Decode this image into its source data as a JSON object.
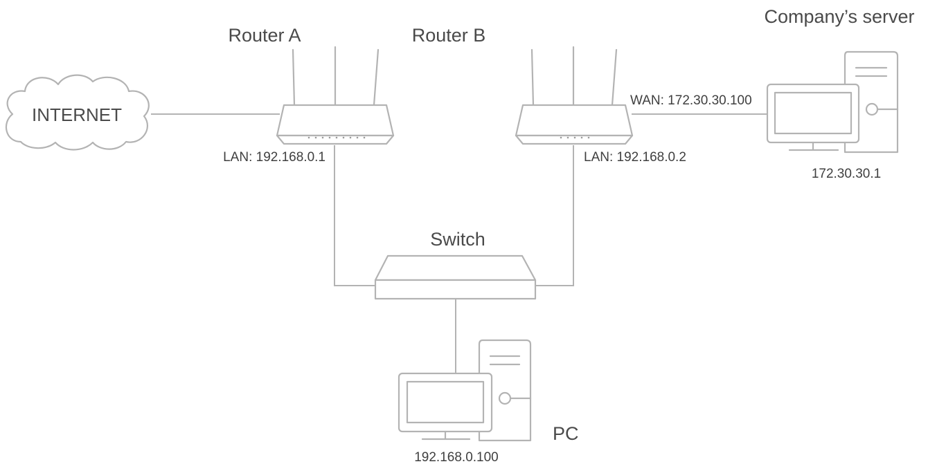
{
  "internet": {
    "label": "INTERNET"
  },
  "router_a": {
    "title": "Router A",
    "lan": "LAN: 192.168.0.1"
  },
  "router_b": {
    "title": "Router B",
    "lan": "LAN: 192.168.0.2",
    "wan": "WAN: 172.30.30.100"
  },
  "server": {
    "title": "Company’s server",
    "ip": "172.30.30.1"
  },
  "switch": {
    "title": "Switch"
  },
  "pc": {
    "title": "PC",
    "ip": "192.168.0.100"
  },
  "colors": {
    "line": "#b3b3b3",
    "text": "#4a4a4a"
  }
}
